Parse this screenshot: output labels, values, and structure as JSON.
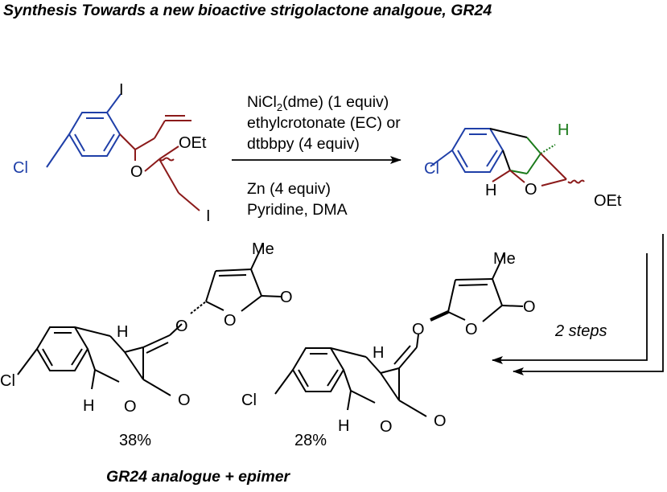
{
  "title": "Synthesis Towards a new bioactive strigolactone analgoue, GR24",
  "caption": "GR24 analogue + epimer",
  "conditions": {
    "reagent_prefix": "NiCl",
    "reagent_sub": "2",
    "reagent_suffix": "(dme) (1 equiv)",
    "line2": "ethylcrotonate (EC) or",
    "line3": "dtbbpy (4 equiv)",
    "line4": "Zn (4 equiv)",
    "line5": "Pyridine, DMA"
  },
  "steps_label": "2 steps",
  "atoms": {
    "I": "I",
    "Cl": "Cl",
    "O": "O",
    "OEt": "OEt",
    "H": "H",
    "Me": "Me"
  },
  "yields": {
    "first": "38%",
    "second": "28%"
  },
  "colors": {
    "blue": "#1f3fa8",
    "maroon": "#8b1a1a",
    "green": "#1a7a1a",
    "black": "#000000"
  }
}
